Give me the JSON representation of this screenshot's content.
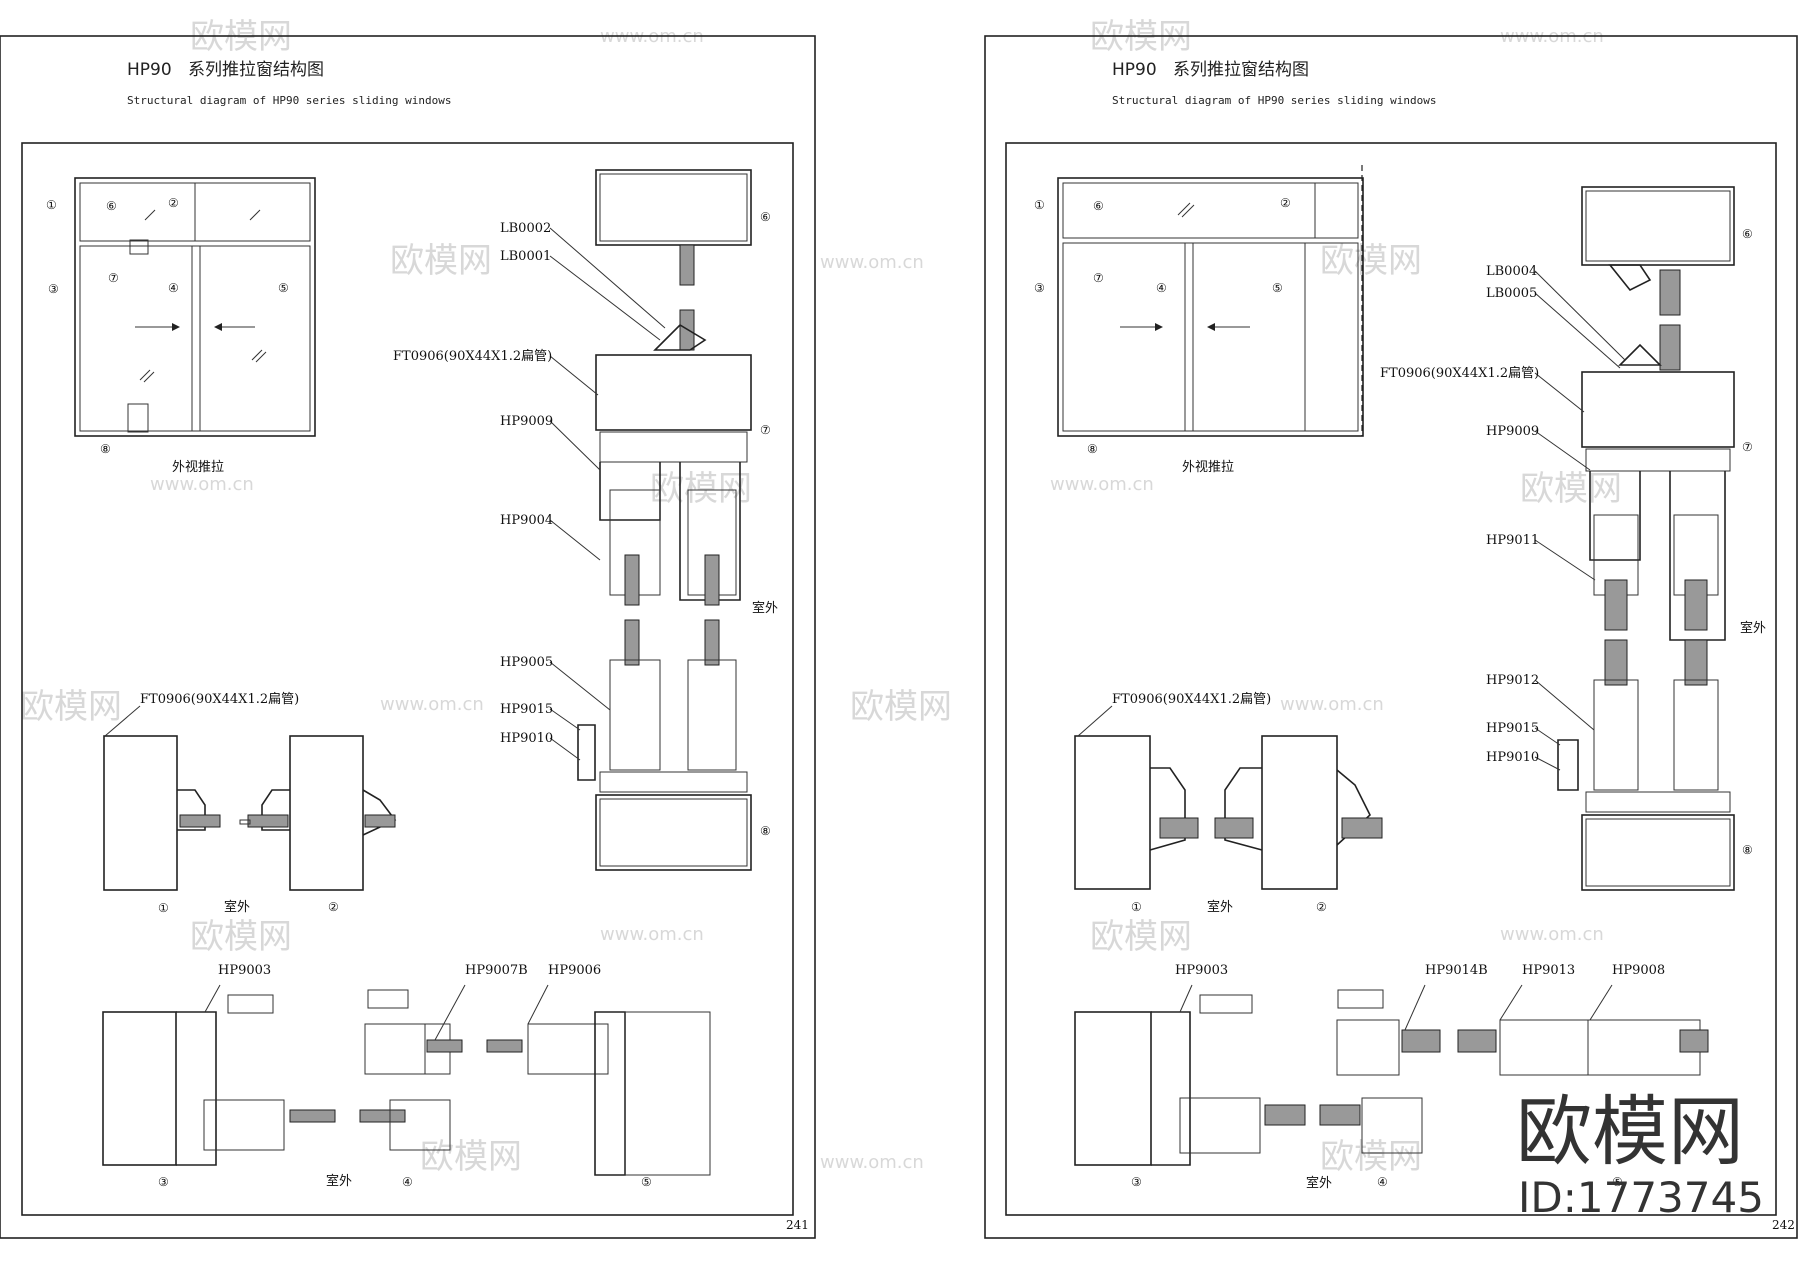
{
  "watermark": {
    "brand": "欧模网",
    "url": "www.om.cn"
  },
  "stamp": {
    "brand": "欧模网",
    "id": "ID:1773745"
  },
  "pages": [
    {
      "title_code": "HP90",
      "title_cn": "系列推拉窗结构图",
      "subtitle": "Structural diagram of HP90 series sliding windows",
      "page_number": "241",
      "elevation_caption": "外视推拉",
      "outside_label": "室外",
      "part_labels": {
        "lb_top": "LB0002",
        "lb_bottom": "LB0001",
        "ft_tube": "FT0906(90X44X1.2扁管)",
        "p_upper": "HP9009",
        "p_sash": "HP9004",
        "p_sash_low": "HP9005",
        "p_a": "HP9015",
        "p_b": "HP9010",
        "p_jamb": "HP9003",
        "p_meet_a": "HP9007B",
        "p_meet_b": "HP9006"
      }
    },
    {
      "title_code": "HP90",
      "title_cn": "系列推拉窗结构图",
      "subtitle": "Structural diagram of HP90 series sliding windows",
      "page_number": "242",
      "elevation_caption": "外视推拉",
      "outside_label": "室外",
      "part_labels": {
        "lb_top": "LB0004",
        "lb_bottom": "LB0005",
        "ft_tube": "FT0906(90X44X1.2扁管)",
        "p_upper": "HP9009",
        "p_sash": "HP9011",
        "p_sash_low": "HP9012",
        "p_a": "HP9015",
        "p_b": "HP9010",
        "p_jamb": "HP9003",
        "p_meet_a": "HP9014B",
        "p_meet_b": "HP9013",
        "p_meet_c": "HP9008"
      }
    }
  ],
  "markers": [
    "①",
    "②",
    "③",
    "④",
    "⑤",
    "⑥",
    "⑦",
    "⑧"
  ]
}
